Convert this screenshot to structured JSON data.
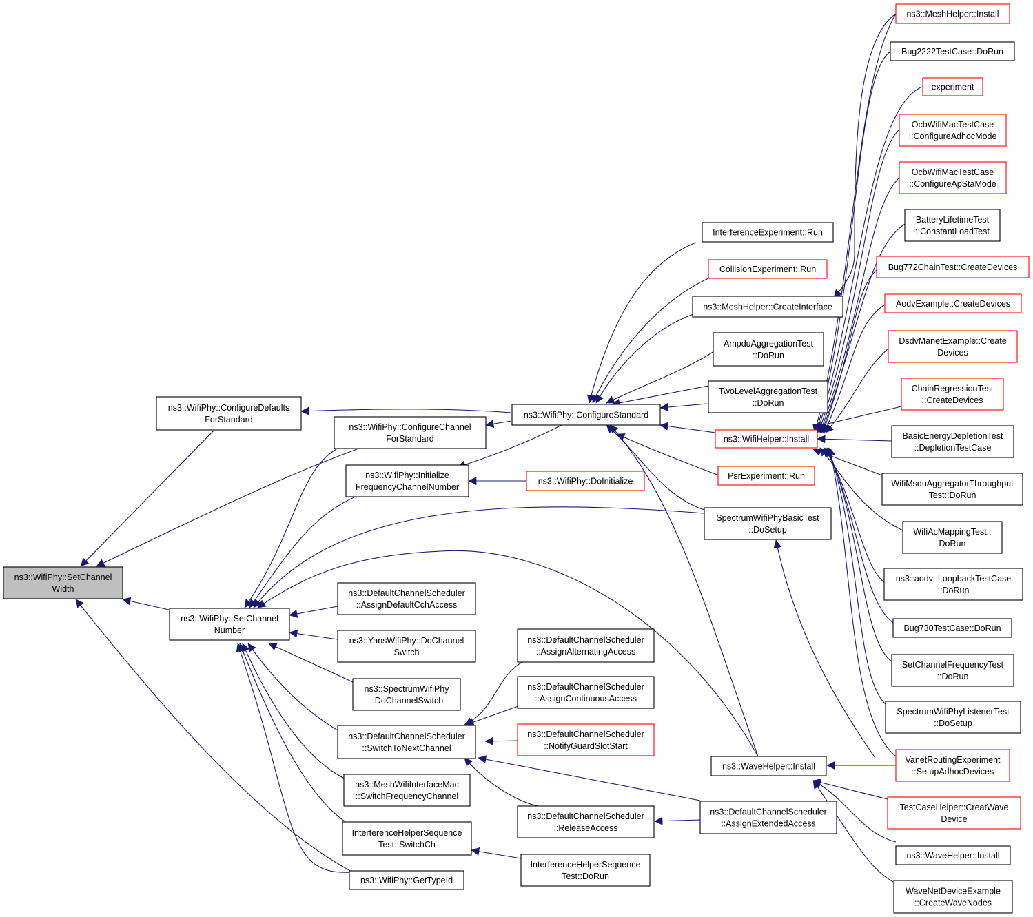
{
  "colors": {
    "edge": "#191970",
    "normal_border": "#000000",
    "highlight_border": "#ff0000",
    "focus_fill": "#bfbfbf"
  },
  "nodes": {
    "n_setwidth": {
      "lines": [
        "ns3::WifiPhy::SetChannel",
        "Width"
      ],
      "style": "focus"
    },
    "n_cfgdefaults": {
      "lines": [
        "ns3::WifiPhy::ConfigureDefaults",
        "ForStandard"
      ]
    },
    "n_cfgchannel": {
      "lines": [
        "ns3::WifiPhy::ConfigureChannel",
        "ForStandard"
      ]
    },
    "n_initfreq": {
      "lines": [
        "ns3::WifiPhy::Initialize",
        "FrequencyChannelNumber"
      ]
    },
    "n_setnumber": {
      "lines": [
        "ns3::WifiPhy::SetChannel",
        "Number"
      ]
    },
    "n_cfgstandard": {
      "lines": [
        "ns3::WifiPhy::ConfigureStandard"
      ]
    },
    "n_doinit": {
      "lines": [
        "ns3::WifiPhy::DoInitialize"
      ],
      "style": "red"
    },
    "n_assigndefault": {
      "lines": [
        "ns3::DefaultChannelScheduler",
        "::AssignDefaultCchAccess"
      ]
    },
    "n_yansswitch": {
      "lines": [
        "ns3::YansWifiPhy::DoChannel",
        "Switch"
      ]
    },
    "n_spectrumswitch": {
      "lines": [
        "ns3::SpectrumWifiPhy",
        "::DoChannelSwitch"
      ]
    },
    "n_switchnext": {
      "lines": [
        "ns3::DefaultChannelScheduler",
        "::SwitchToNextChannel"
      ]
    },
    "n_meshfreq": {
      "lines": [
        "ns3::MeshWifiInterfaceMac",
        "::SwitchFrequencyChannel"
      ]
    },
    "n_ihsswitch": {
      "lines": [
        "InterferenceHelperSequence",
        "Test::SwitchCh"
      ]
    },
    "n_gettypeid": {
      "lines": [
        "ns3::WifiPhy::GetTypeId"
      ]
    },
    "n_assignalt": {
      "lines": [
        "ns3::DefaultChannelScheduler",
        "::AssignAlternatingAccess"
      ]
    },
    "n_assigncont": {
      "lines": [
        "ns3::DefaultChannelScheduler",
        "::AssignContinuousAccess"
      ]
    },
    "n_notifyguard": {
      "lines": [
        "ns3::DefaultChannelScheduler",
        "::NotifyGuardSlotStart"
      ],
      "style": "red"
    },
    "n_release": {
      "lines": [
        "ns3::DefaultChannelScheduler",
        "::ReleaseAccess"
      ]
    },
    "n_ihsdorun": {
      "lines": [
        "InterferenceHelperSequence",
        "Test::DoRun"
      ]
    },
    "n_ifexp": {
      "lines": [
        "InterferenceExperiment::Run"
      ]
    },
    "n_collexp": {
      "lines": [
        "CollisionExperiment::Run"
      ],
      "style": "red"
    },
    "n_meshcreateif": {
      "lines": [
        "ns3::MeshHelper::CreateInterface"
      ]
    },
    "n_ampdu": {
      "lines": [
        "AmpduAggregationTest",
        "::DoRun"
      ]
    },
    "n_twolevel": {
      "lines": [
        "TwoLevelAggregationTest",
        "::DoRun"
      ]
    },
    "n_wifihelper": {
      "lines": [
        "ns3::WifiHelper::Install"
      ],
      "style": "red"
    },
    "n_psrexp": {
      "lines": [
        "PsrExperiment::Run"
      ],
      "style": "red"
    },
    "n_specbasic": {
      "lines": [
        "SpectrumWifiPhyBasicTest",
        "::DoSetup"
      ]
    },
    "n_wavehelper": {
      "lines": [
        "ns3::WaveHelper::Install"
      ]
    },
    "n_assignext": {
      "lines": [
        "ns3::DefaultChannelScheduler",
        "::AssignExtendedAccess"
      ]
    },
    "r_meshinstall": {
      "lines": [
        "ns3::MeshHelper::Install"
      ],
      "style": "red"
    },
    "r_bug2222": {
      "lines": [
        "Bug2222TestCase::DoRun"
      ]
    },
    "r_experiment": {
      "lines": [
        "experiment"
      ],
      "style": "red"
    },
    "r_ocbadhoc": {
      "lines": [
        "OcbWifiMacTestCase",
        "::ConfigureAdhocMode"
      ],
      "style": "red"
    },
    "r_ocbapsta": {
      "lines": [
        "OcbWifiMacTestCase",
        "::ConfigureApStaMode"
      ],
      "style": "red"
    },
    "r_battery": {
      "lines": [
        "BatteryLifetimeTest",
        "::ConstantLoadTest"
      ]
    },
    "r_bug772": {
      "lines": [
        "Bug772ChainTest::CreateDevices"
      ],
      "style": "red"
    },
    "r_aodv": {
      "lines": [
        "AodvExample::CreateDevices"
      ],
      "style": "red"
    },
    "r_dsdv": {
      "lines": [
        "DsdvManetExample::Create",
        "Devices"
      ],
      "style": "red"
    },
    "r_chainreg": {
      "lines": [
        "ChainRegressionTest",
        "::CreateDevices"
      ],
      "style": "red"
    },
    "r_basicenergy": {
      "lines": [
        "BasicEnergyDepletionTest",
        "::DepletionTestCase"
      ]
    },
    "r_msdu": {
      "lines": [
        "WifiMsduAggregatorThroughput",
        "Test::DoRun"
      ]
    },
    "r_acmapping": {
      "lines": [
        "WifiAcMappingTest::",
        "DoRun"
      ]
    },
    "r_loopback": {
      "lines": [
        "ns3::aodv::LoopbackTestCase",
        "::DoRun"
      ]
    },
    "r_bug730": {
      "lines": [
        "Bug730TestCase::DoRun"
      ]
    },
    "r_setfreq": {
      "lines": [
        "SetChannelFrequencyTest",
        "::DoRun"
      ]
    },
    "r_speclistener": {
      "lines": [
        "SpectrumWifiPhyListenerTest",
        "::DoSetup"
      ]
    },
    "r_vanet": {
      "lines": [
        "VanetRoutingExperiment",
        "::SetupAdhocDevices"
      ],
      "style": "red"
    },
    "r_testcasehelper": {
      "lines": [
        "TestCaseHelper::CreatWave",
        "Device"
      ],
      "style": "red"
    },
    "r_wavehelper2": {
      "lines": [
        "ns3::WaveHelper::Install"
      ]
    },
    "r_wavenet": {
      "lines": [
        "WaveNetDeviceExample",
        "::CreateWaveNodes"
      ]
    }
  }
}
